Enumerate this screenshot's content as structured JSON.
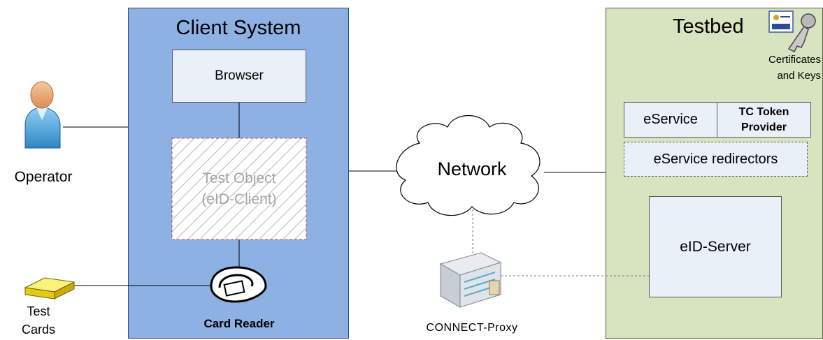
{
  "client_system": {
    "title": "Client System",
    "browser": "Browser",
    "test_object_line1": "Test Object",
    "test_object_line2": "(eID-Client)",
    "card_reader": "Card Reader"
  },
  "operator": {
    "label": "Operator"
  },
  "test_cards": {
    "line1": "Test",
    "line2": "Cards"
  },
  "network": {
    "label": "Network"
  },
  "proxy": {
    "label": "CONNECT-Proxy"
  },
  "testbed": {
    "title": "Testbed",
    "certs_line1": "Certificates",
    "certs_line2": "and Keys",
    "eservice": "eService",
    "tc_token_line1": "TC Token",
    "tc_token_line2": "Provider",
    "redirectors": "eService redirectors",
    "eid_server": "eID-Server"
  },
  "colors": {
    "client_panel": "#8db1e2",
    "testbed_panel": "#d7e4bf",
    "box_fill": "#eaf0f8",
    "test_object_border": "#c0504d"
  }
}
